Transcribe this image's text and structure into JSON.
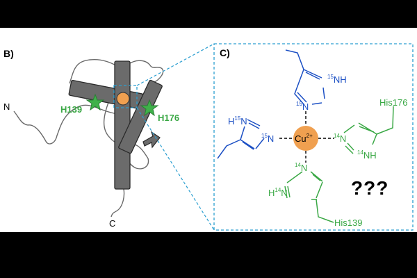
{
  "panel_b": {
    "label": "B)",
    "n_terminus": "N",
    "c_terminus": "C",
    "his139_label": "H139",
    "his176_label": "H176"
  },
  "panel_c": {
    "label": "C)",
    "metal_ion": "Cu",
    "metal_charge": "2+",
    "top_ring": {
      "nh": "NH",
      "nh_isotope": "15",
      "n": "N",
      "n_isotope": "15"
    },
    "left_ring": {
      "h": "H",
      "h_isotope": "15",
      "n1": "N",
      "n2": "N",
      "n2_isotope": "15"
    },
    "right_ring": {
      "n": "N",
      "n_isotope": "14",
      "nh": "NH",
      "nh_isotope": "14",
      "residue": "His176"
    },
    "bottom_ring": {
      "n_top": "N",
      "n_top_isotope": "14",
      "h": "H",
      "h_isotope": "14",
      "n_bottom": "N",
      "residue": "His139"
    },
    "unknown_ligand": "???"
  },
  "colors": {
    "nitrogen_15": "#1b4fc4",
    "nitrogen_14": "#3aa845",
    "copper": "#f0a050",
    "helix": "#6b6b6b",
    "dashed_outline": "#2a9ed0",
    "star": "#3fb14a"
  }
}
